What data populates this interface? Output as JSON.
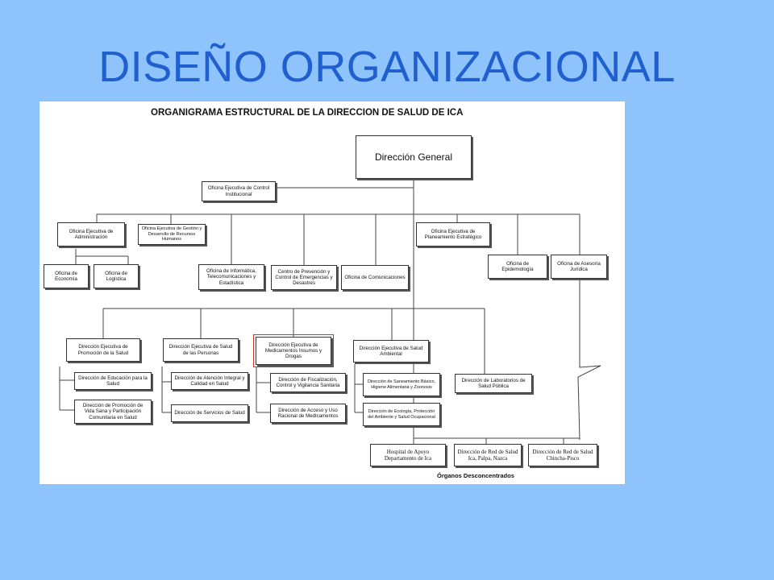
{
  "slide": {
    "title": "DISEÑO ORGANIZACIONAL"
  },
  "chart": {
    "title": "ORGANIGRAMA ESTRUCTURAL DE LA DIRECCION DE SALUD  DE ICA",
    "footer": "Órganos Desconcentrados",
    "boxes": {
      "direccion_general": "Dirección General",
      "control_institucional": "Oficina Ejecutiva de Control Institucional",
      "administracion": "Oficina Ejecutiva de Administración",
      "recursos_humanos": "Oficina Ejecutiva de Gestión y Desarrollo de Recursos Humanos",
      "planeamiento": "Oficina Ejecutiva de Planeamiento Estratégico",
      "economia": "Oficina de Economía",
      "logistica": "Oficina de Logística",
      "informatica": "Oficina de Informática, Telecomunicaciones y Estadística",
      "emergencias": "Centro de Prevención y Control de Emergencias y Desastres",
      "comunicaciones": "Oficina de Comunicaciones",
      "epidemiologia": "Oficina de Epidemiología",
      "asesoria_juridica": "Oficina de Asesoría Jurídica",
      "promocion_salud": "Dirección Ejecutiva de Promoción de la Salud",
      "salud_personas": "Dirección Ejecutiva de Salud de las Personas",
      "medicamentos": "Dirección Ejecutiva de Medicamentos Insumos y Drogas",
      "salud_ambiental": "Dirección Ejecutiva de Salud Ambiental",
      "educacion_salud": "Dirección de Educación para la Salud",
      "vida_sana": "Dirección de Promoción de Vida Sana y Participación Comunitaria en Salud",
      "atencion_integral": "Dirección de Atención Integral y Calidad en Salud",
      "servicios_salud": "Dirección de Servicios de Salud",
      "fiscalizacion": "Dirección de Fiscalización, Control y Vigilancia Sanitaria",
      "acceso_uso": "Dirección de Acceso y Uso Racional de Medicamentos",
      "saneamiento": "Dirección de Saneamiento Básico, Higiene Alimentaria y Zoonosis",
      "ecologia": "Dirección de Ecología, Protección del Ambiente y Salud Ocupacional",
      "laboratorios": "Dirección de Laboratorios de Salud Pública",
      "hospital_apoyo": "Hospital de Apoyo Departamento de Ica",
      "red_ica": "Dirección de Red de Salud Ica, Palpa, Nazca",
      "red_chincha": "Dirección de Red de Salud Chincha-Pisco"
    }
  }
}
